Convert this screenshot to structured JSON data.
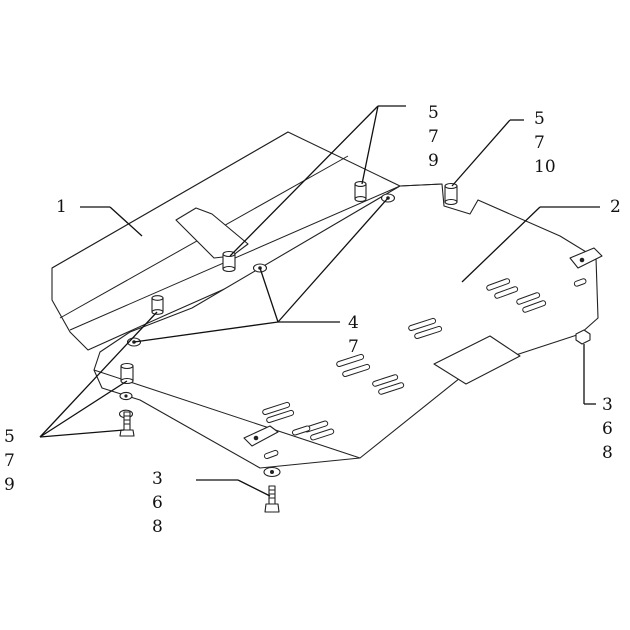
{
  "callouts": {
    "c_top_left": [
      "5",
      "7",
      "9"
    ],
    "c_top_right": [
      "5",
      "7",
      "10"
    ],
    "c_part1": [
      "1"
    ],
    "c_part2": [
      "2"
    ],
    "c_center": [
      "4",
      "7"
    ],
    "c_left_bottom": [
      "5",
      "7",
      "9"
    ],
    "c_right_bottom": [
      "3",
      "6",
      "8"
    ],
    "c_bottom_center": [
      "3",
      "6",
      "8"
    ]
  }
}
